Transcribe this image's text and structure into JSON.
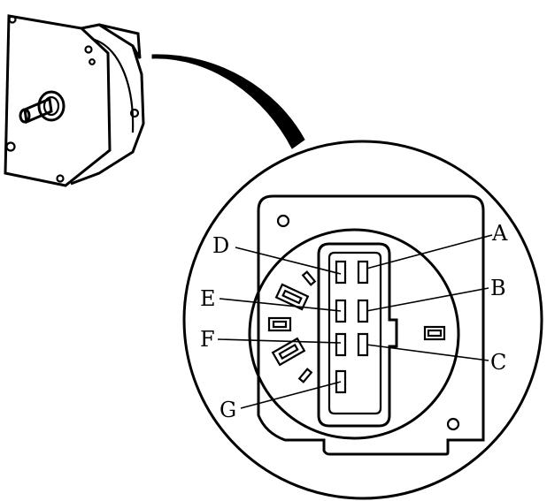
{
  "diagram": {
    "pin_labels": {
      "a": "A",
      "b": "B",
      "c": "C",
      "d": "D",
      "e": "E",
      "f": "F",
      "g": "G"
    },
    "colors": {
      "stroke": "#000000",
      "background": "#ffffff"
    }
  }
}
